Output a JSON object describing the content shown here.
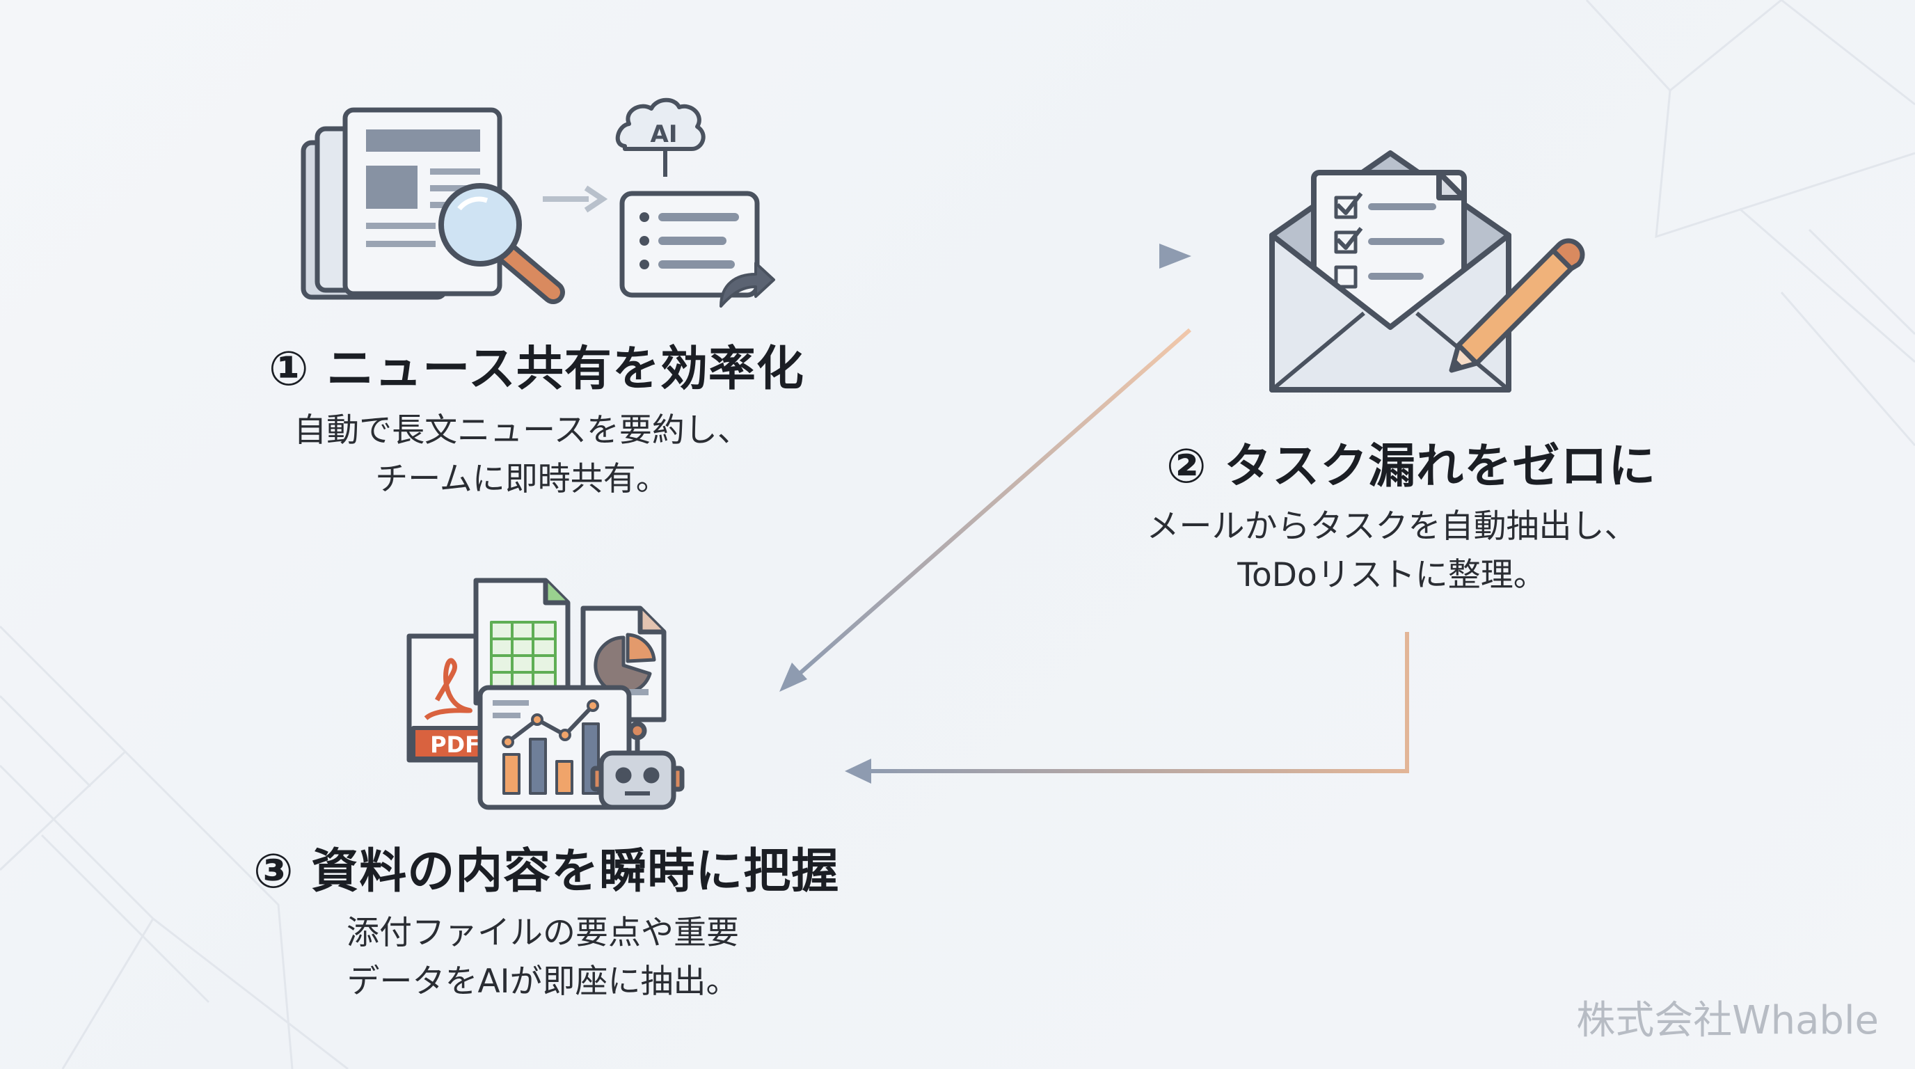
{
  "steps": [
    {
      "title": "① ニュース共有を効率化",
      "desc_line1": "自動で長文ニュースを要約し、",
      "desc_line2": "チームに即時共有。",
      "icon_text": "AI"
    },
    {
      "title": "② タスク漏れをゼロに",
      "desc_line1": "メールからタスクを自動抽出し、",
      "desc_line2": "ToDoリストに整理。"
    },
    {
      "title": "③ 資料の内容を瞬時に把握",
      "desc_line1": "添付ファイルの要点や重要",
      "desc_line2": "データをAIが即座に抽出。",
      "icon_text": "PDF"
    }
  ],
  "footer": {
    "company": "株式会社Whable"
  },
  "colors": {
    "accent_orange": "#d98a5f",
    "accent_slate": "#8e9bb0",
    "ink": "#4a525f"
  }
}
